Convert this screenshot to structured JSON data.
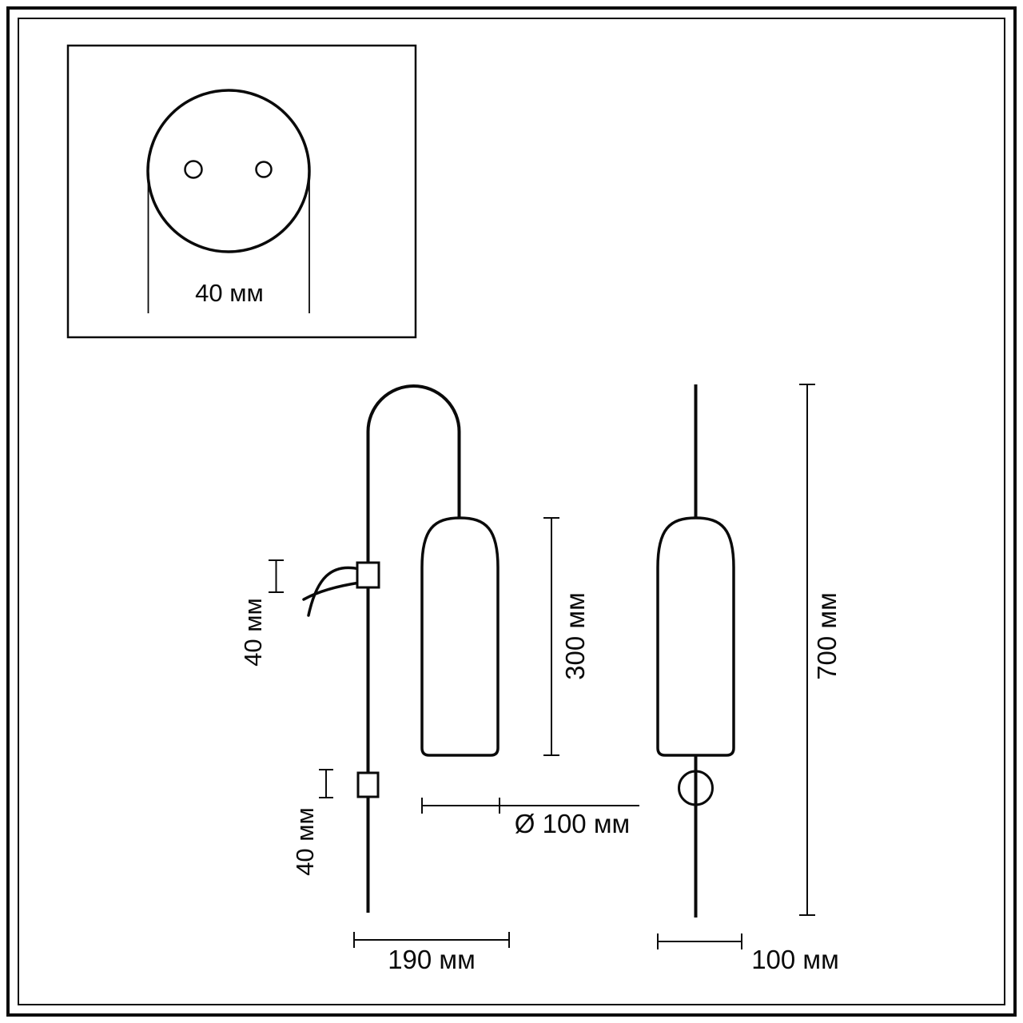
{
  "drawing": {
    "kind": "wall-lamp technical dimension drawing",
    "colors": {
      "line": "#0a0a0a",
      "background": "#ffffff"
    },
    "views": {
      "plate": {
        "dim_width": "40 мм"
      },
      "front": {
        "dim_bracket_top": "40 мм",
        "dim_bracket_bottom": "40 мм",
        "dim_shade_height": "300 мм",
        "dim_shade_diameter": "Ø 100 мм",
        "dim_total_width": "190 мм"
      },
      "side": {
        "dim_total_height": "700 мм",
        "dim_depth": "100 мм"
      }
    }
  }
}
